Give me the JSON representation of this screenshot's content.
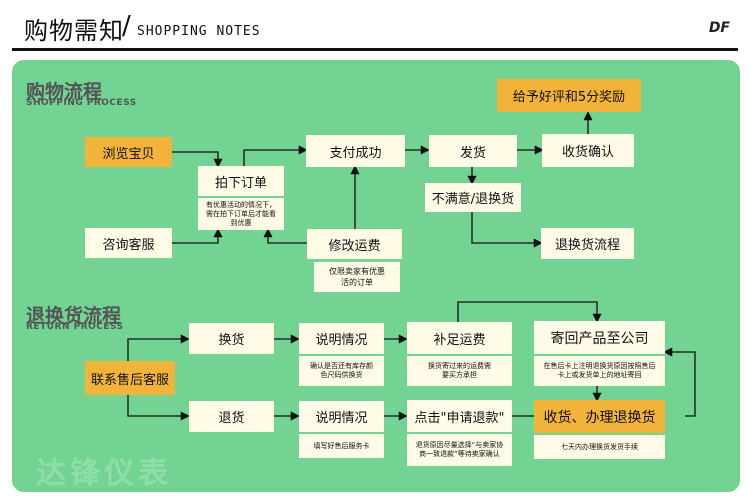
{
  "header": {
    "title_cn": "购物需知",
    "title_sep": "/",
    "title_en": "SHOPPING NOTES",
    "logo": "DF"
  },
  "shopping": {
    "title_cn": "购物流程",
    "title_en": "SHOPPING PROCESS",
    "browse": "浏览宝贝",
    "consult": "咨询客服",
    "order": "拍下订单",
    "order_note": "有优惠活动的情况下，需在拍下订单后才能看到优惠",
    "pay": "支付成功",
    "modify": "修改运费",
    "modify_note": "仅限卖家有优惠活的订单",
    "ship": "发货",
    "receive": "收货确认",
    "review": "给予好评和5分奖励",
    "unhappy": "不满意/退换货",
    "return_flow": "退换货流程"
  },
  "returns": {
    "title_cn": "退换货流程",
    "title_en": "RETURN PROCESS",
    "contact": "联系售后客服",
    "exchange": "换货",
    "refund": "退货",
    "explain1": "说明情况",
    "explain1_note": "确认是否还有库存颜色尺码供换货",
    "explain2": "说明情况",
    "explain2_note": "填写好售后服务卡",
    "add_fee": "补足运费",
    "add_fee_note": "换货寄过来的运费需要买方承担",
    "apply": "点击\"申请退款\"",
    "apply_note": "退货原因尽量选择“与卖家协商一致退款”等待卖家确认",
    "send_back": "寄回产品至公司",
    "send_back_note": "在售后卡上注明退换货原因按照售后卡上或发货单上的地址寄回",
    "final": "收货、办理退换货",
    "final_note": "七天内办理换货发货手续"
  },
  "watermark": "达锋仪表",
  "colors": {
    "panel": "#72d392",
    "box_white": "#fffbe6",
    "box_orange": "#f2b33a"
  }
}
